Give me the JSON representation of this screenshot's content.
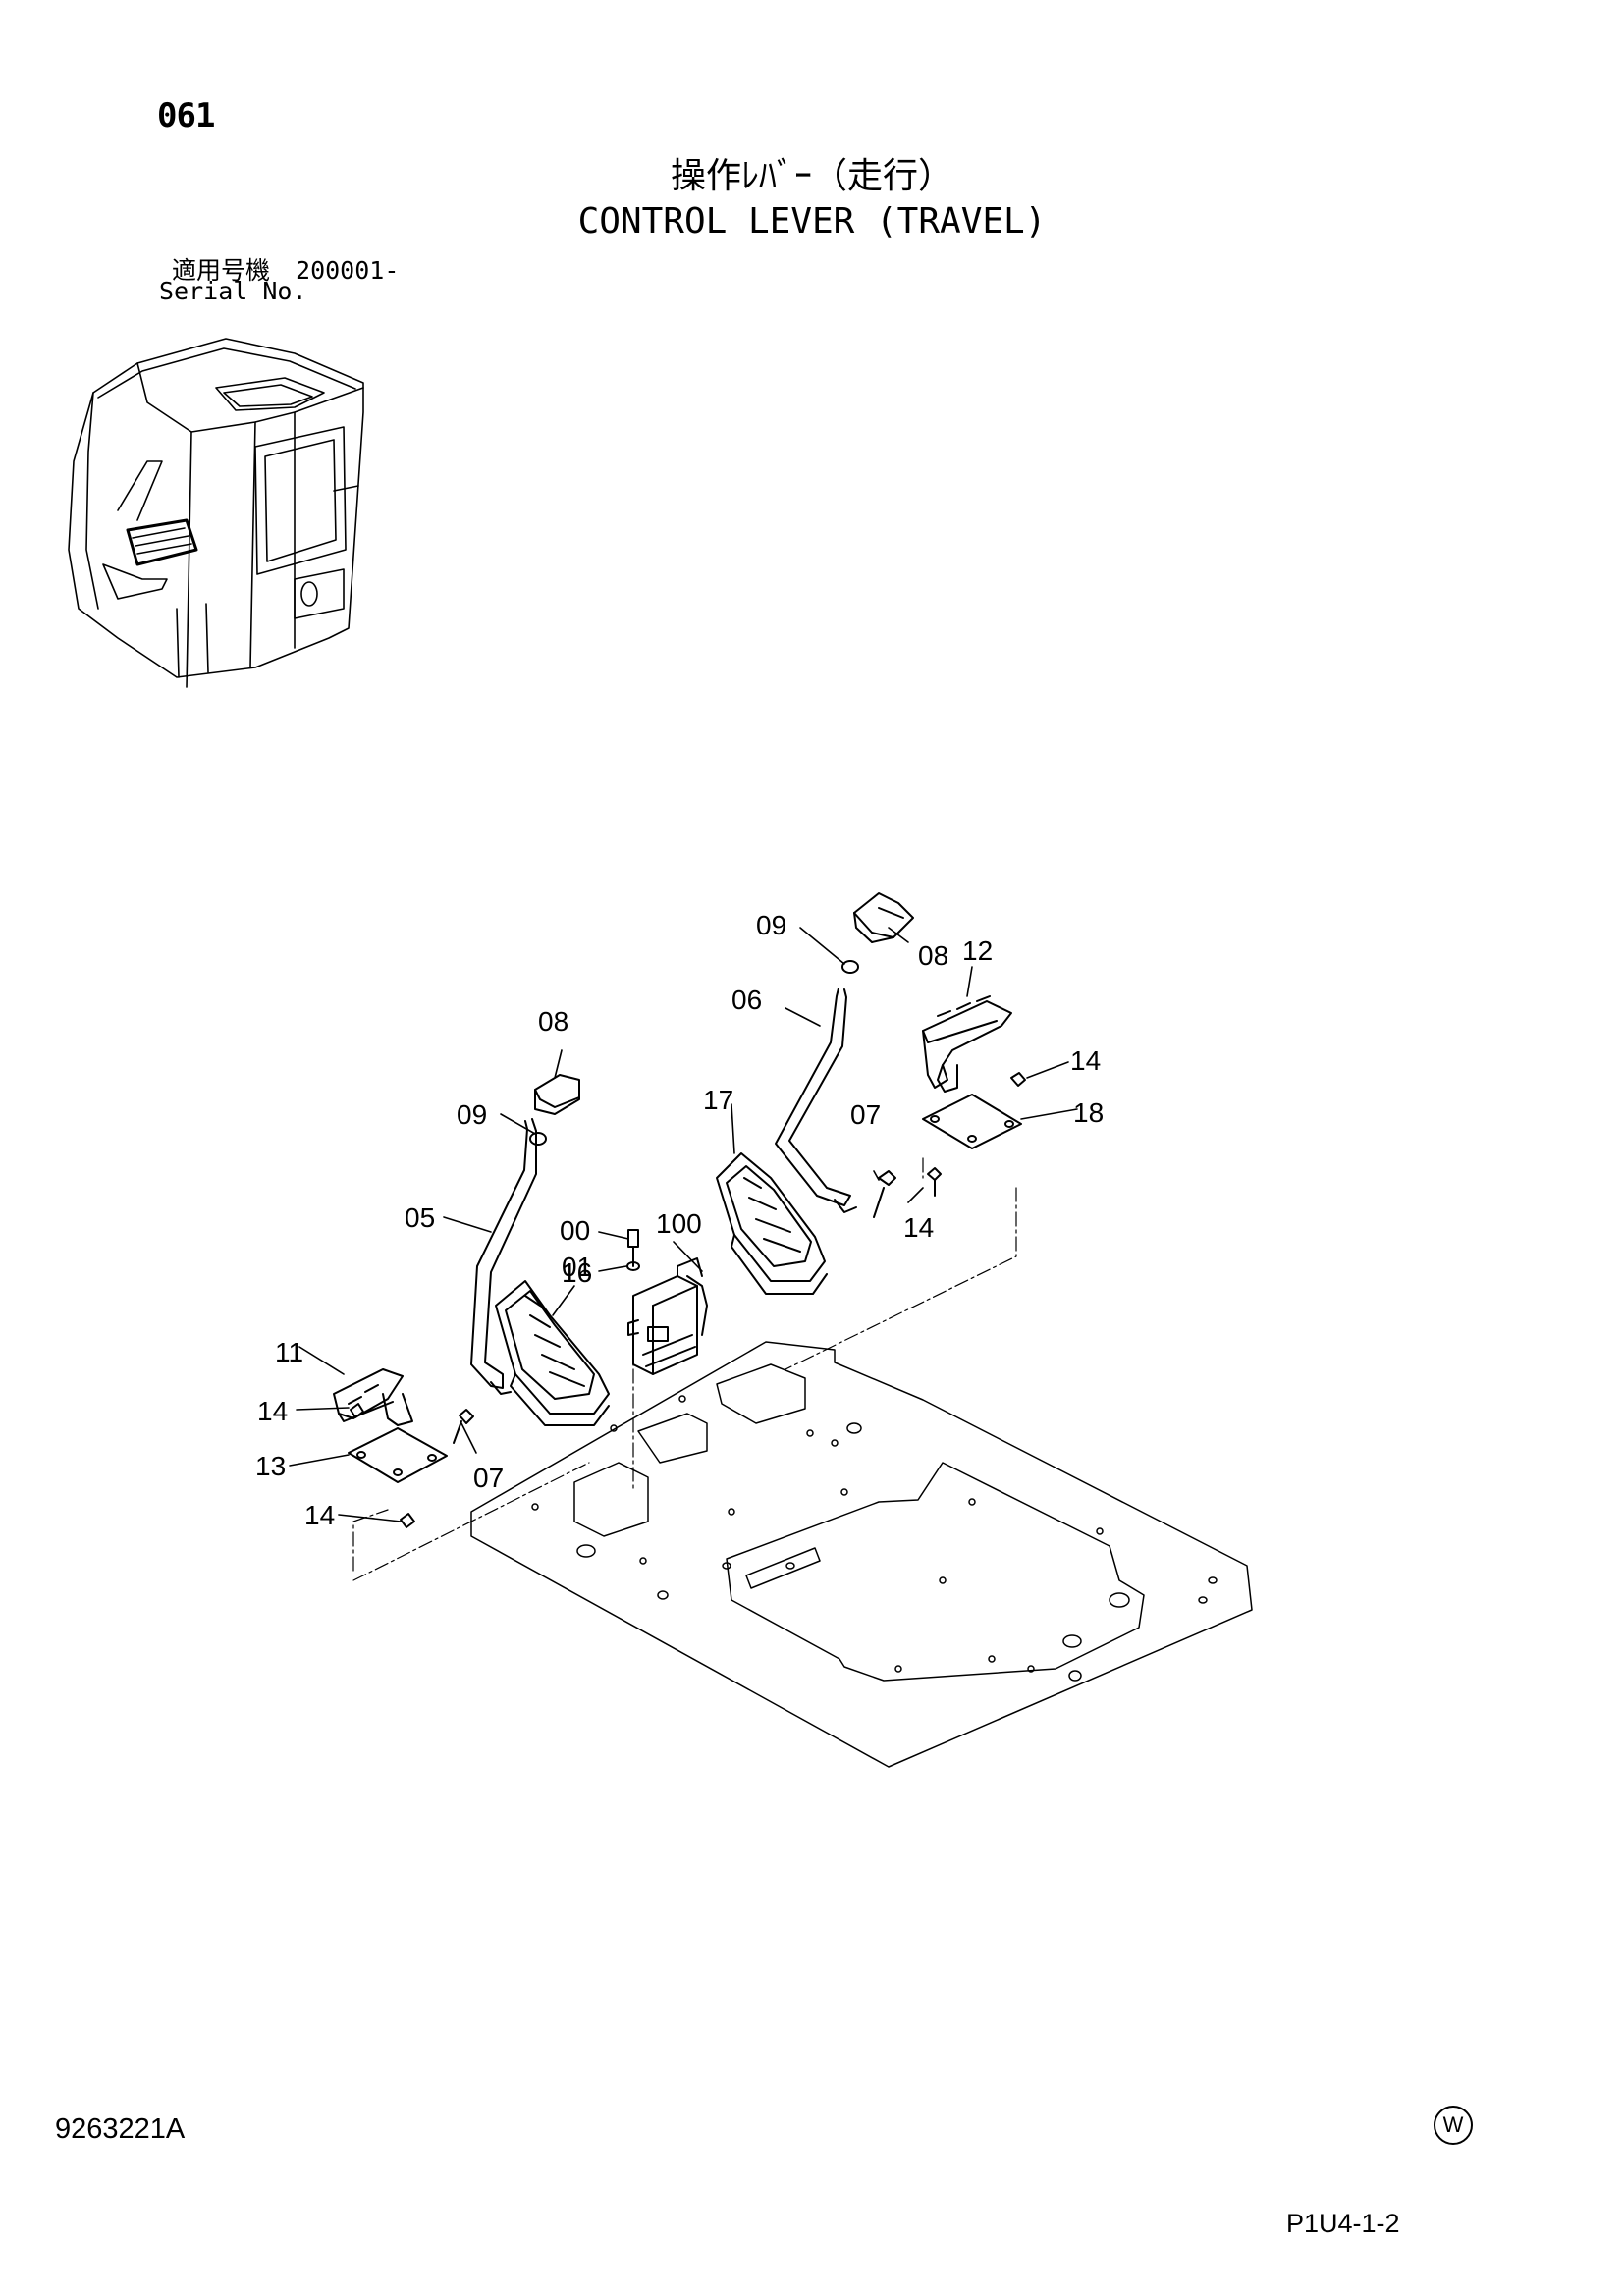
{
  "header": {
    "page_number": "061",
    "title_jp": "操作ﾚﾊﾞｰ（走行）",
    "title_en": "CONTROL LEVER (TRAVEL)",
    "serial_label_jp": "適用号機",
    "serial_value": "200001-",
    "serial_label_en": "Serial No."
  },
  "footer": {
    "document_number": "9263221A",
    "mark": "W",
    "page_reference": "P1U4-1-2"
  },
  "callouts": {
    "c09_top": "09",
    "c08_top": "08",
    "c12": "12",
    "c06": "06",
    "c14_right_top": "14",
    "c18": "18",
    "c08_left": "08",
    "c17": "17",
    "c07_right": "07",
    "c09_left": "09",
    "c00": "00",
    "c01": "01",
    "c100": "100",
    "c14_right_bottom": "14",
    "c05": "05",
    "c16": "16",
    "c11": "11",
    "c14_left_top": "14",
    "c13": "13",
    "c07_left": "07",
    "c14_left_bottom": "14"
  },
  "icons": {
    "cab_locator": "cab-locator-icon",
    "w_mark": "w-circle-icon"
  }
}
